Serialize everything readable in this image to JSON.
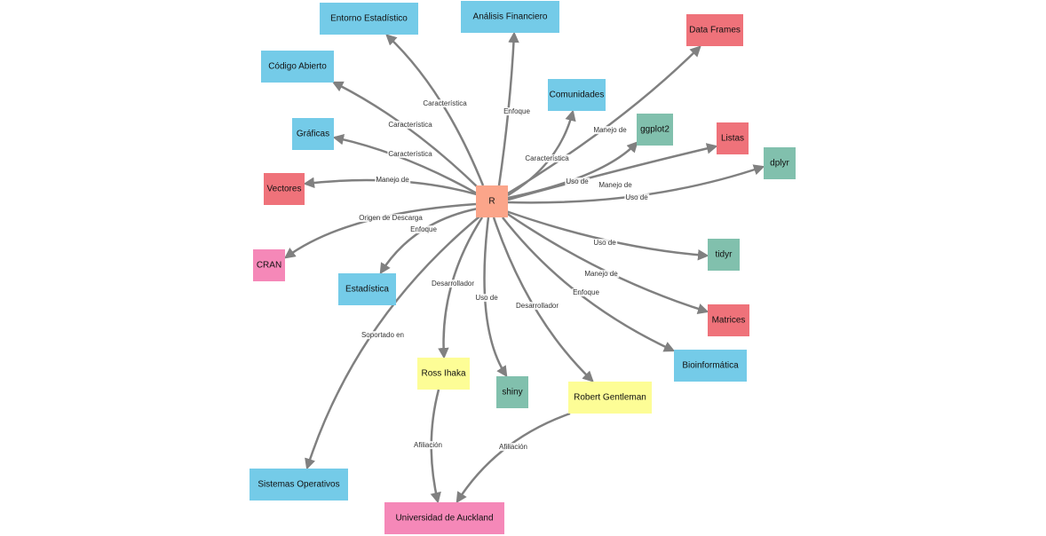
{
  "colors": {
    "root": "#fba58a",
    "blue": "#74cbe8",
    "red": "#ef727a",
    "green": "#81c0ad",
    "pink": "#f588b8",
    "yellow": "#fdfd96",
    "edge": "#808080"
  },
  "nodes": [
    {
      "id": "r",
      "label": "R",
      "cat": "root"
    },
    {
      "id": "entorno",
      "label": "Entorno Estadístico",
      "cat": "blue"
    },
    {
      "id": "analisis",
      "label": "Análisis Financiero",
      "cat": "blue"
    },
    {
      "id": "dataframes",
      "label": "Data Frames",
      "cat": "red"
    },
    {
      "id": "codigo",
      "label": "Código Abierto",
      "cat": "blue"
    },
    {
      "id": "comunidades",
      "label": "Comunidades",
      "cat": "blue"
    },
    {
      "id": "ggplot2",
      "label": "ggplot2",
      "cat": "green"
    },
    {
      "id": "listas",
      "label": "Listas",
      "cat": "red"
    },
    {
      "id": "graficas",
      "label": "Gráficas",
      "cat": "blue"
    },
    {
      "id": "dplyr",
      "label": "dplyr",
      "cat": "green"
    },
    {
      "id": "vectores",
      "label": "Vectores",
      "cat": "red"
    },
    {
      "id": "cran",
      "label": "CRAN",
      "cat": "pink"
    },
    {
      "id": "tidyr",
      "label": "tidyr",
      "cat": "green"
    },
    {
      "id": "estadistica",
      "label": "Estadística",
      "cat": "blue"
    },
    {
      "id": "matrices",
      "label": "Matrices",
      "cat": "red"
    },
    {
      "id": "bioinformatica",
      "label": "Bioinformática",
      "cat": "blue"
    },
    {
      "id": "ross",
      "label": "Ross Ihaka",
      "cat": "yellow"
    },
    {
      "id": "shiny",
      "label": "shiny",
      "cat": "green"
    },
    {
      "id": "robert",
      "label": "Robert Gentleman",
      "cat": "yellow"
    },
    {
      "id": "sistemas",
      "label": "Sistemas Operativos",
      "cat": "blue"
    },
    {
      "id": "auckland",
      "label": "Universidad de Auckland",
      "cat": "pink"
    }
  ],
  "edges": [
    {
      "from": "r",
      "to": "entorno",
      "label": "Característica"
    },
    {
      "from": "r",
      "to": "codigo",
      "label": "Característica"
    },
    {
      "from": "r",
      "to": "graficas",
      "label": "Característica"
    },
    {
      "from": "r",
      "to": "comunidades",
      "label": "Característica"
    },
    {
      "from": "r",
      "to": "analisis",
      "label": "Enfoque"
    },
    {
      "from": "r",
      "to": "estadistica",
      "label": "Enfoque"
    },
    {
      "from": "r",
      "to": "bioinformatica",
      "label": "Enfoque"
    },
    {
      "from": "r",
      "to": "dataframes",
      "label": "Manejo de"
    },
    {
      "from": "r",
      "to": "listas",
      "label": "Manejo de"
    },
    {
      "from": "r",
      "to": "vectores",
      "label": "Manejo de"
    },
    {
      "from": "r",
      "to": "matrices",
      "label": "Manejo de"
    },
    {
      "from": "r",
      "to": "ggplot2",
      "label": "Uso de"
    },
    {
      "from": "r",
      "to": "dplyr",
      "label": "Uso de"
    },
    {
      "from": "r",
      "to": "tidyr",
      "label": "Uso de"
    },
    {
      "from": "r",
      "to": "shiny",
      "label": "Uso de"
    },
    {
      "from": "r",
      "to": "cran",
      "label": "Origen de Descarga"
    },
    {
      "from": "r",
      "to": "ross",
      "label": "Desarrollador"
    },
    {
      "from": "r",
      "to": "robert",
      "label": "Desarrollador"
    },
    {
      "from": "r",
      "to": "sistemas",
      "label": "Soportado en"
    },
    {
      "from": "ross",
      "to": "auckland",
      "label": "Afiliación"
    },
    {
      "from": "robert",
      "to": "auckland",
      "label": "Afiliación"
    }
  ]
}
